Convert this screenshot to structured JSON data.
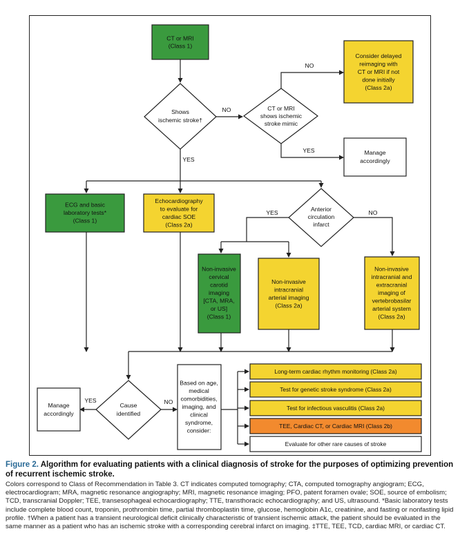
{
  "colors": {
    "green": "#3a9a3e",
    "yellow": "#f4d430",
    "orange": "#f28a2e",
    "white": "#ffffff",
    "line": "#222222"
  },
  "nodes": {
    "ct_mri": [
      "CT or MRI",
      "(Class 1)"
    ],
    "delayed": [
      "Consider delayed",
      "reimaging with",
      "CT or MRI if not",
      "done initially",
      "(Class 2a)"
    ],
    "shows_ischemic": [
      "Shows",
      "ischemic stroke†"
    ],
    "mimic": [
      "CT or MRI",
      "shows ischemic",
      "stroke mimic"
    ],
    "manage_right": [
      "Manage",
      "accordingly"
    ],
    "ecg": [
      "ECG and basic",
      "laboratory tests*",
      "(Class 1)"
    ],
    "echo": [
      "Echocardiography",
      "to evaluate for",
      "cardiac SOE",
      "(Class 2a)"
    ],
    "anterior": [
      "Anterior",
      "circulation",
      "infarct"
    ],
    "cervical": [
      "Non-invasive",
      "cervical",
      "carotid",
      "imaging",
      "[CTA, MRA,",
      "or US]",
      "(Class 1)"
    ],
    "intracranial": [
      "Non-invasive",
      "intracranial",
      "arterial imaging",
      "(Class 2a)"
    ],
    "vertebro": [
      "Non-invasive",
      "intracranial and",
      "extracranial",
      "imaging of",
      "vertebrobasilar",
      "arterial system",
      "(Class 2a)"
    ],
    "cause": [
      "Cause",
      "identified"
    ],
    "manage_left": [
      "Manage",
      "accordingly"
    ],
    "based_on": [
      "Based on age,",
      "medical",
      "comorbidities,",
      "imaging, and",
      "clinical",
      "syndrome,",
      "consider:"
    ]
  },
  "options": [
    {
      "label": "Long-term cardiac rhythm monitoring (Class 2a)",
      "color": "#f4d430"
    },
    {
      "label": "Test for genetic stroke syndrome (Class 2a)",
      "color": "#f4d430"
    },
    {
      "label": "Test for infectious vasculitis (Class 2a)",
      "color": "#f4d430"
    },
    {
      "label": "TEE, Cardiac CT, or Cardiac MRI (Class 2b)",
      "color": "#f28a2e"
    },
    {
      "label": "Evaluate for other rare causes of stroke",
      "color": "#ffffff"
    }
  ],
  "edge_labels": {
    "no_mimic": "NO",
    "no_delayed": "NO",
    "yes_manage": "YES",
    "yes_main": "YES",
    "yes_anterior": "YES",
    "no_anterior": "NO",
    "yes_cause": "YES",
    "no_cause": "NO"
  },
  "caption": {
    "figure_label": "Figure 2.",
    "title": "Algorithm for evaluating patients with a clinical diagnosis of stroke for the purposes of optimizing prevention of recurrent ischemic stroke.",
    "body": "Colors correspond to Class of Recommendation in Table 3. CT indicates computed tomography; CTA, computed tomography angiogram; ECG, electrocardiogram; MRA, magnetic resonance angiography; MRI, magnetic resonance imaging; PFO, patent foramen ovale; SOE, source of embolism; TCD, transcranial Doppler; TEE, transesophageal echocardiography; TTE, transthoracic echocardiography; and US, ultrasound. *Basic laboratory tests include complete blood count, troponin, prothrombin time, partial thromboplastin time, glucose, hemoglobin A1c, creatinine, and fasting or nonfasting lipid profile. †When a patient has a transient neurological deficit clinically characteristic of transient ischemic attack, the patient should be evaluated in the same manner as a patient who has an ischemic stroke with a corresponding cerebral infarct on imaging. ‡TTE, TEE, TCD, cardiac MRI, or cardiac CT."
  }
}
